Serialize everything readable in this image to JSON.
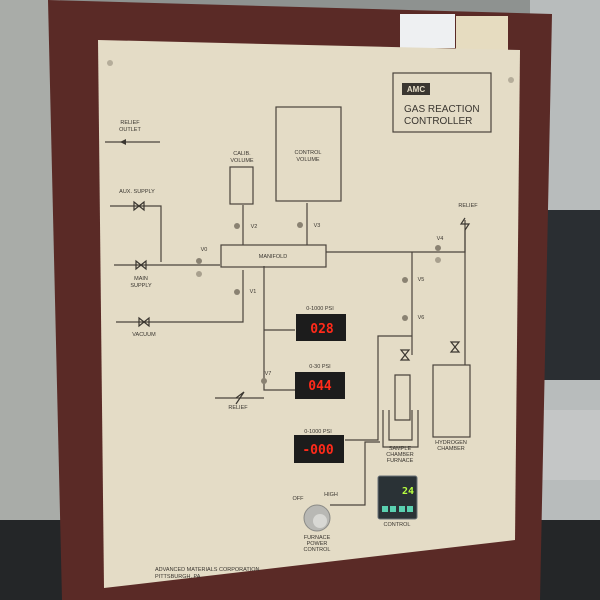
{
  "panel": {
    "brand": "AMC",
    "title_line1": "GAS REACTION",
    "title_line2": "CONTROLLER",
    "manufacturer_line1": "ADVANCED MATERIALS CORPORATION",
    "manufacturer_line2": "PITTSBURGH, PA"
  },
  "labels": {
    "relief_outlet_1": "RELIEF",
    "relief_outlet_2": "OUTLET",
    "aux_supply": "AUX. SUPPLY",
    "main_supply_1": "MAIN",
    "main_supply_2": "SUPPLY",
    "vacuum": "VACUUM",
    "calib_1": "CALIB.",
    "calib_2": "VOLUME",
    "control_1": "CONTROL",
    "control_2": "VOLUME",
    "manifold": "MANIFOLD",
    "relief_top": "RELIEF",
    "relief_bottom": "RELIEF",
    "sample_1": "SAMPLE",
    "sample_2": "CHAMBER",
    "sample_3": "FURNACE",
    "hydrogen_1": "HYDROGEN",
    "hydrogen_2": "CHAMBER",
    "off": "OFF",
    "high": "HIGH",
    "furnace_1": "FURNACE",
    "furnace_2": "POWER",
    "furnace_3": "CONTROL",
    "controller": "CONTROL"
  },
  "valves": [
    "V0",
    "V1",
    "V2",
    "V3",
    "V4",
    "V5",
    "V6",
    "V7"
  ],
  "gauges": [
    {
      "range": "0-1000 PSI",
      "reading": "028"
    },
    {
      "range": "0-30 PSI",
      "reading": "044"
    },
    {
      "range": "0-1000 PSI",
      "reading": "-000"
    }
  ],
  "temperature_controller": {
    "reading": "24"
  },
  "colors": {
    "frame": "#5a2a26",
    "panel": "#e4dcc6",
    "led": "#ff2a1a"
  }
}
